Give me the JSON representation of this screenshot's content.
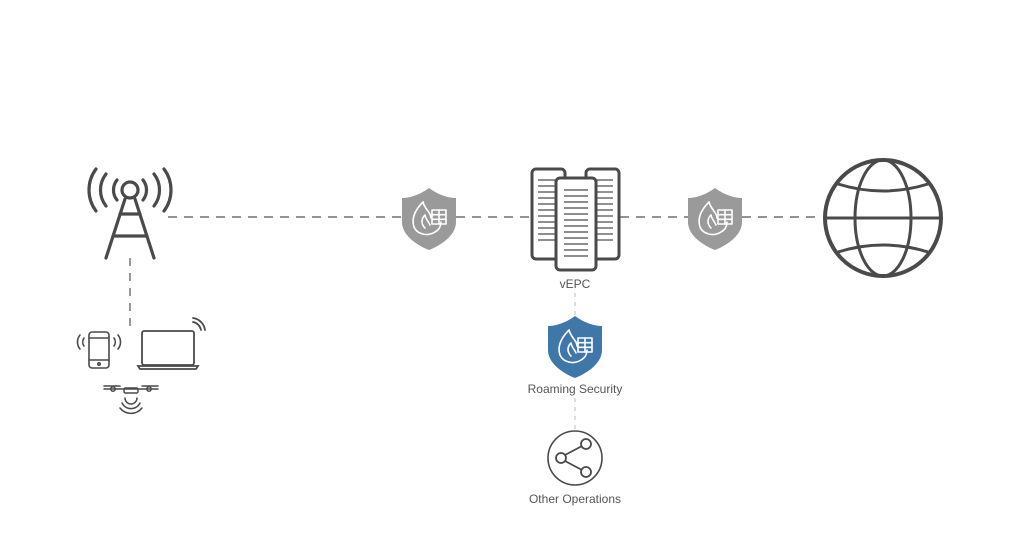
{
  "labels": {
    "vepc": "vEPC",
    "roaming_security": "Roaming Security",
    "other_operations": "Other Operations"
  },
  "colors": {
    "line": "#555555",
    "icon_stroke": "#4a4a4a",
    "shield_gray": "#9a9a9a",
    "shield_blue": "#3e77a8",
    "label_text": "#555555"
  },
  "icons": [
    "cell-tower-icon",
    "smartphone-icon",
    "laptop-icon",
    "drone-icon",
    "firewall-shield-icon",
    "server-stack-icon",
    "globe-icon",
    "share-icon"
  ]
}
